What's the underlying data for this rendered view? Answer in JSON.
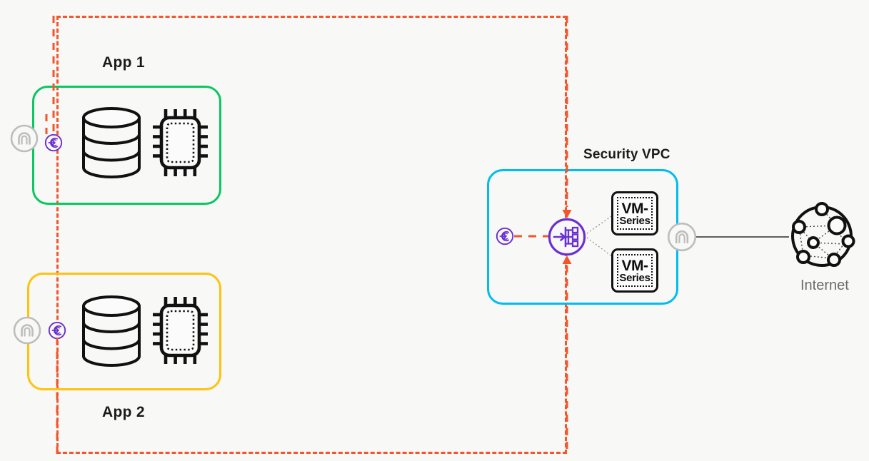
{
  "diagram": {
    "title_hidden": "",
    "background_color": "#f8f8f7",
    "boundary": {
      "name": "trust-boundary",
      "style": "dashed",
      "color": "#f4552b"
    }
  },
  "apps": [
    {
      "label": "App 1",
      "border_color": "#0ac761",
      "gateway_icon": "cloud-gateway-icon",
      "endpoint_icon": "private-endpoint-icon",
      "resources": [
        {
          "icon": "database-icon",
          "name": "database"
        },
        {
          "icon": "cpu-chip-icon",
          "name": "compute"
        }
      ]
    },
    {
      "label": "App 2",
      "border_color": "#ffc20e",
      "gateway_icon": "cloud-gateway-icon",
      "endpoint_icon": "private-endpoint-icon",
      "resources": [
        {
          "icon": "database-icon",
          "name": "database"
        },
        {
          "icon": "cpu-chip-icon",
          "name": "compute"
        }
      ]
    }
  ],
  "security_vpc": {
    "label": "Security VPC",
    "border_color": "#00bdf0",
    "endpoint_icon": "private-endpoint-icon",
    "load_balancer_icon": "load-balancer-icon",
    "gateway_icon": "cloud-gateway-icon",
    "firewalls": [
      {
        "line1": "VM-",
        "line2": "Series"
      },
      {
        "line1": "VM-",
        "line2": "Series"
      }
    ]
  },
  "internet": {
    "label": "Internet",
    "icon": "internet-globe-icon",
    "label_color": "#6b6b6b"
  },
  "colors": {
    "accent_orange": "#f4552b",
    "purple": "#6a2fd4",
    "gray_icon": "#b3b3b3",
    "black": "#111111"
  }
}
